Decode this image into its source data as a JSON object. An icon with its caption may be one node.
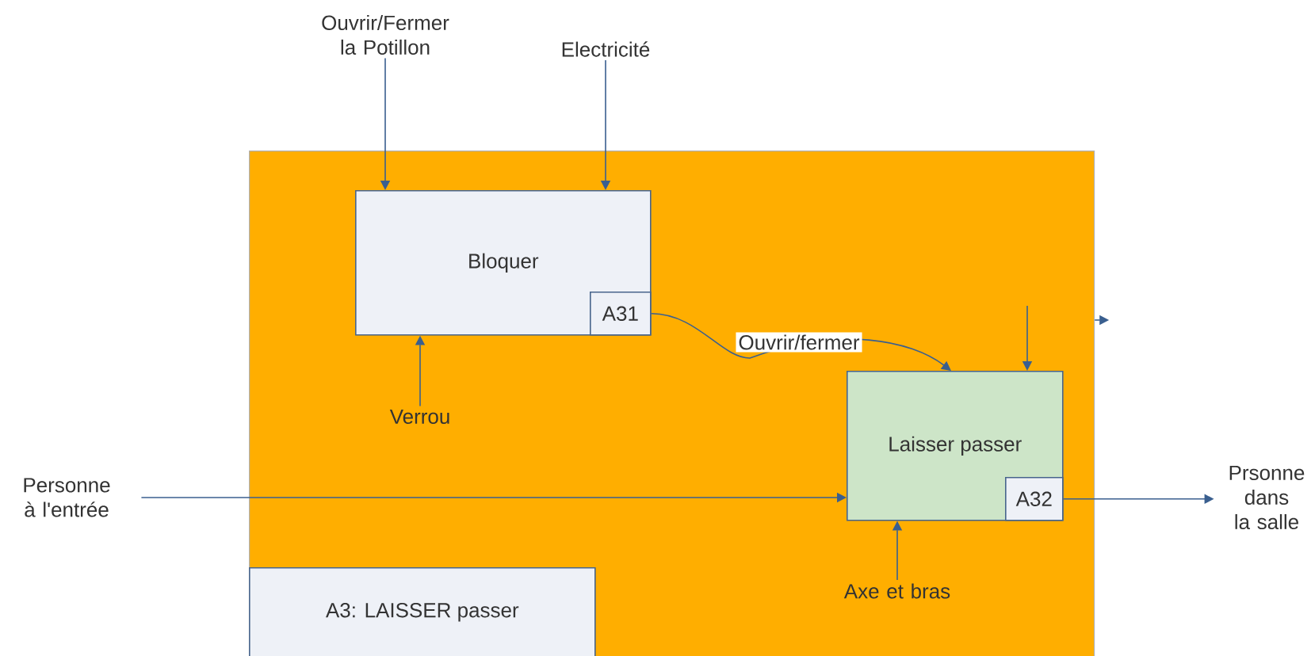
{
  "diagram": {
    "nodes": [
      {
        "text": [],
        "shape": "box"
      },
      {
        "text": [
          "A3: LAISSER passer"
        ],
        "in": 0
      },
      {
        "text": [
          "Bloquer"
        ],
        "in": 0
      },
      {
        "text": [
          "A31"
        ],
        "in": 2
      },
      {
        "text": [
          "Laisser passer"
        ],
        "in": 0
      },
      {
        "text": [
          "A32"
        ],
        "in": 4
      },
      {
        "text": [
          "Ouvrir/Fermer la Potillon"
        ]
      },
      {
        "text": [
          "Electricité"
        ]
      },
      {
        "text": [
          "Verrou"
        ],
        "in": 0
      },
      {
        "text": [
          "Personne à l'entrée"
        ]
      },
      {
        "text": [
          "Axe et bras"
        ],
        "in": 0
      },
      {
        "text": [
          "Prsonne dans la salle"
        ]
      }
    ],
    "edges": [
      {
        "from": 6,
        "to": 2,
        "arrow": "to"
      },
      {
        "from": 7,
        "to": 2,
        "arrow": "to"
      },
      {
        "from": 8,
        "to": 2,
        "arrow": "to"
      },
      {
        "from": 3,
        "to": 4,
        "arrow": "to",
        "label": "Ouvrir/fermer"
      },
      {
        "from": null,
        "to": 4,
        "arrow": "to"
      },
      {
        "from": 9,
        "to": 4,
        "arrow": "to"
      },
      {
        "from": 10,
        "to": 4,
        "arrow": "to"
      },
      {
        "from": 5,
        "to": 11,
        "arrow": "to"
      },
      {
        "from": 0,
        "to": null,
        "arrow": "to"
      }
    ]
  }
}
